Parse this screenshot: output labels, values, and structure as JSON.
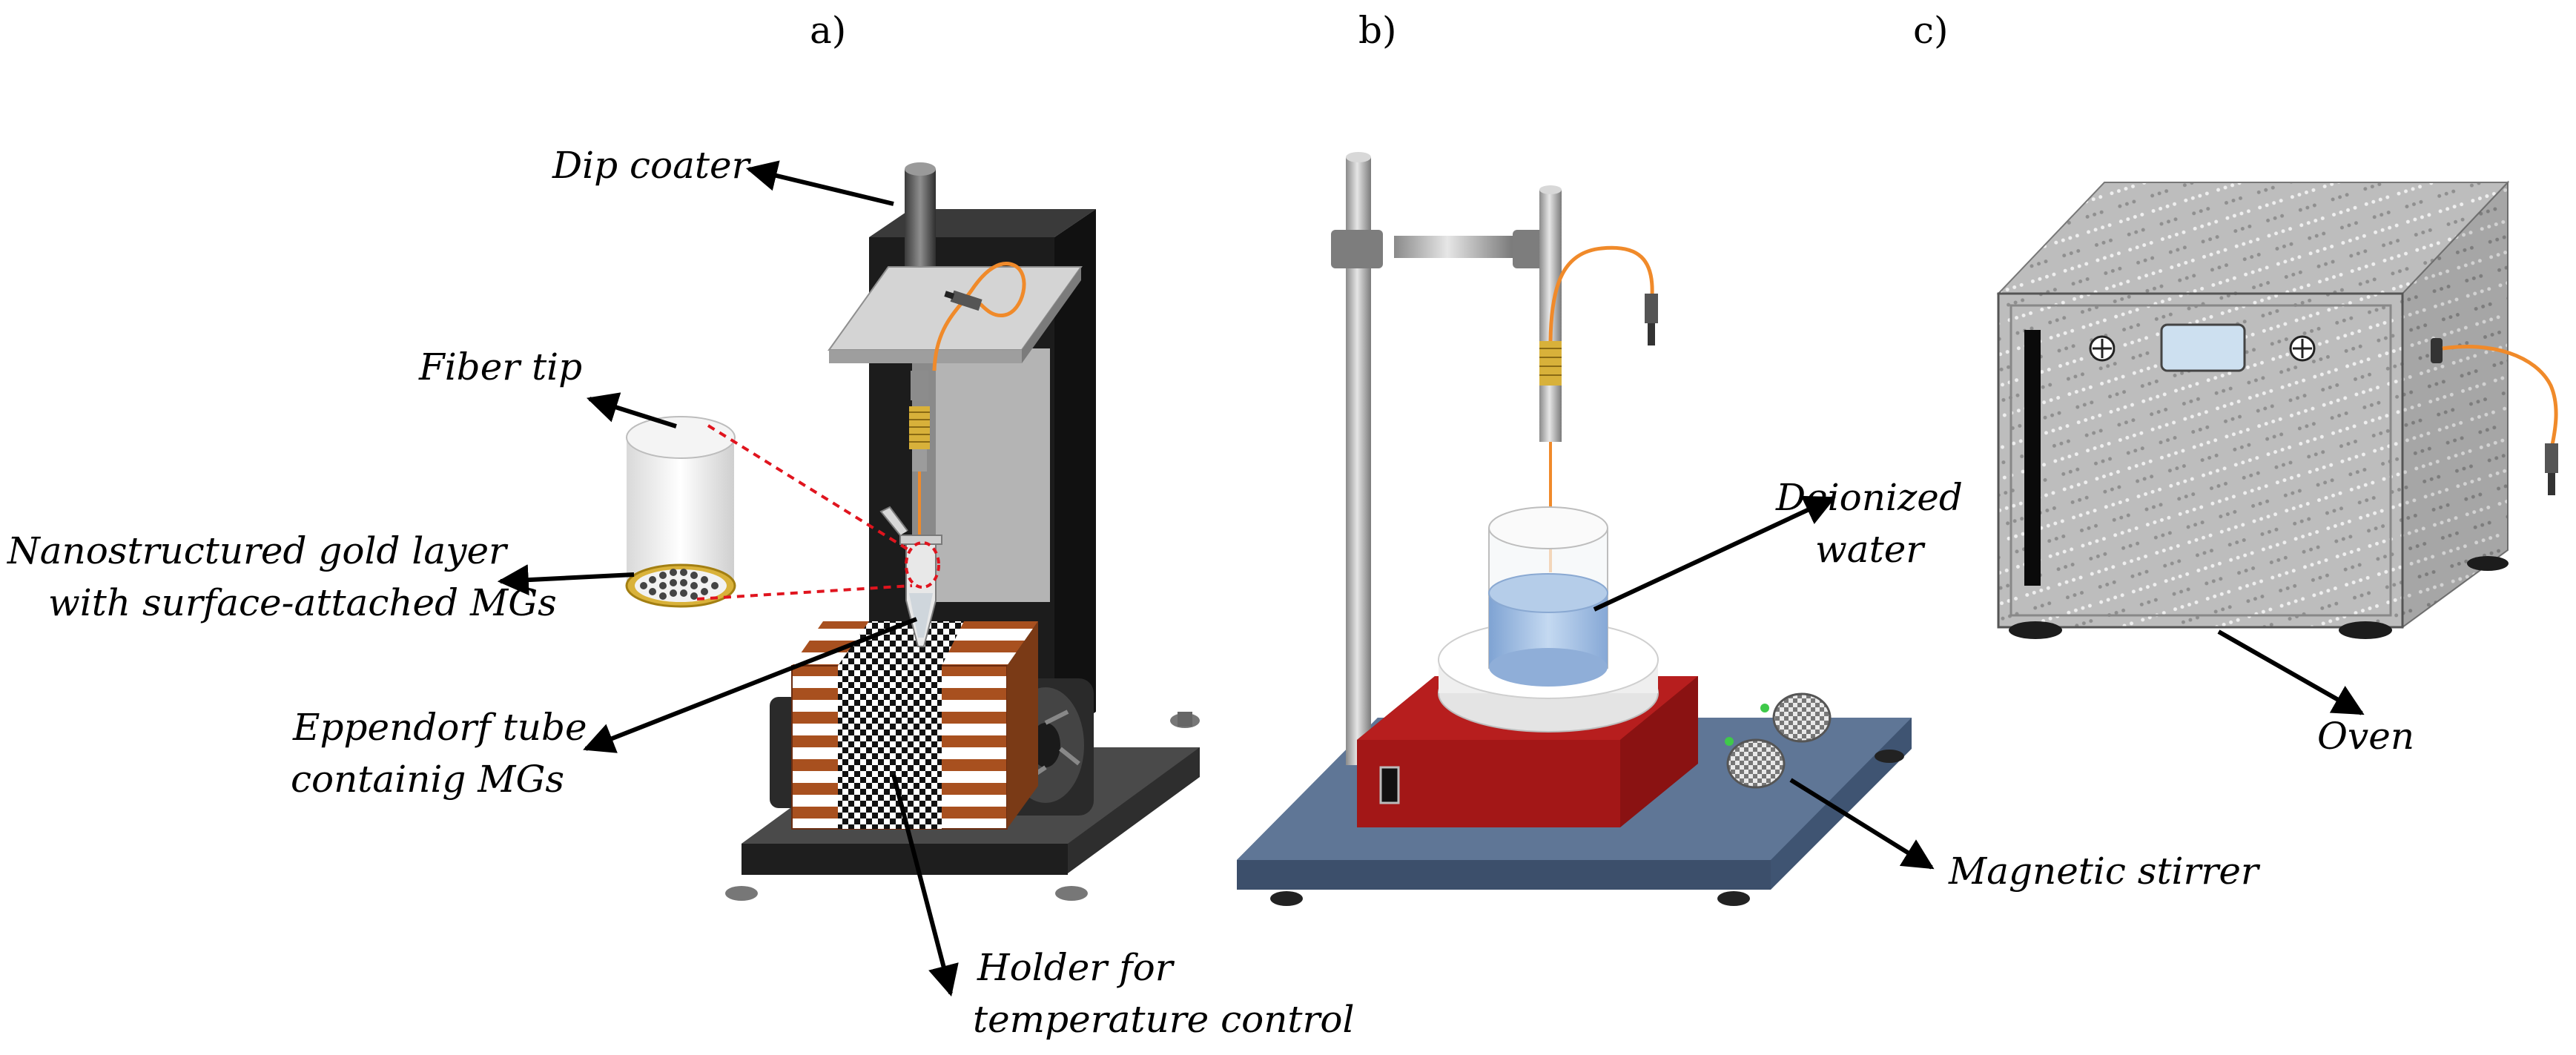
{
  "panels": {
    "a": "a)",
    "b": "b)",
    "c": "c)"
  },
  "labels": {
    "dip_coater": "Dip coater",
    "fiber_tip": "Fiber tip",
    "gold_layer": [
      "Nanostructured gold layer",
      "with surface-attached MGs"
    ],
    "eppendorf": [
      "Eppendorf tube",
      "containig MGs"
    ],
    "holder": [
      "Holder for",
      "temperature control"
    ],
    "deionized": [
      "Deionized",
      "water"
    ],
    "magnetic_stirrer": "Magnetic stirrer",
    "oven": "Oven"
  },
  "colors": {
    "fiber": "#f08a2a",
    "coil": "#d8b13a",
    "stand": "#1c1c1c",
    "stirrer_red": "#a31717",
    "base_blue": "#4f6585",
    "water": "#a9c6e8",
    "oven_gray": "#b8b8b8",
    "copper": "#a8501f"
  }
}
